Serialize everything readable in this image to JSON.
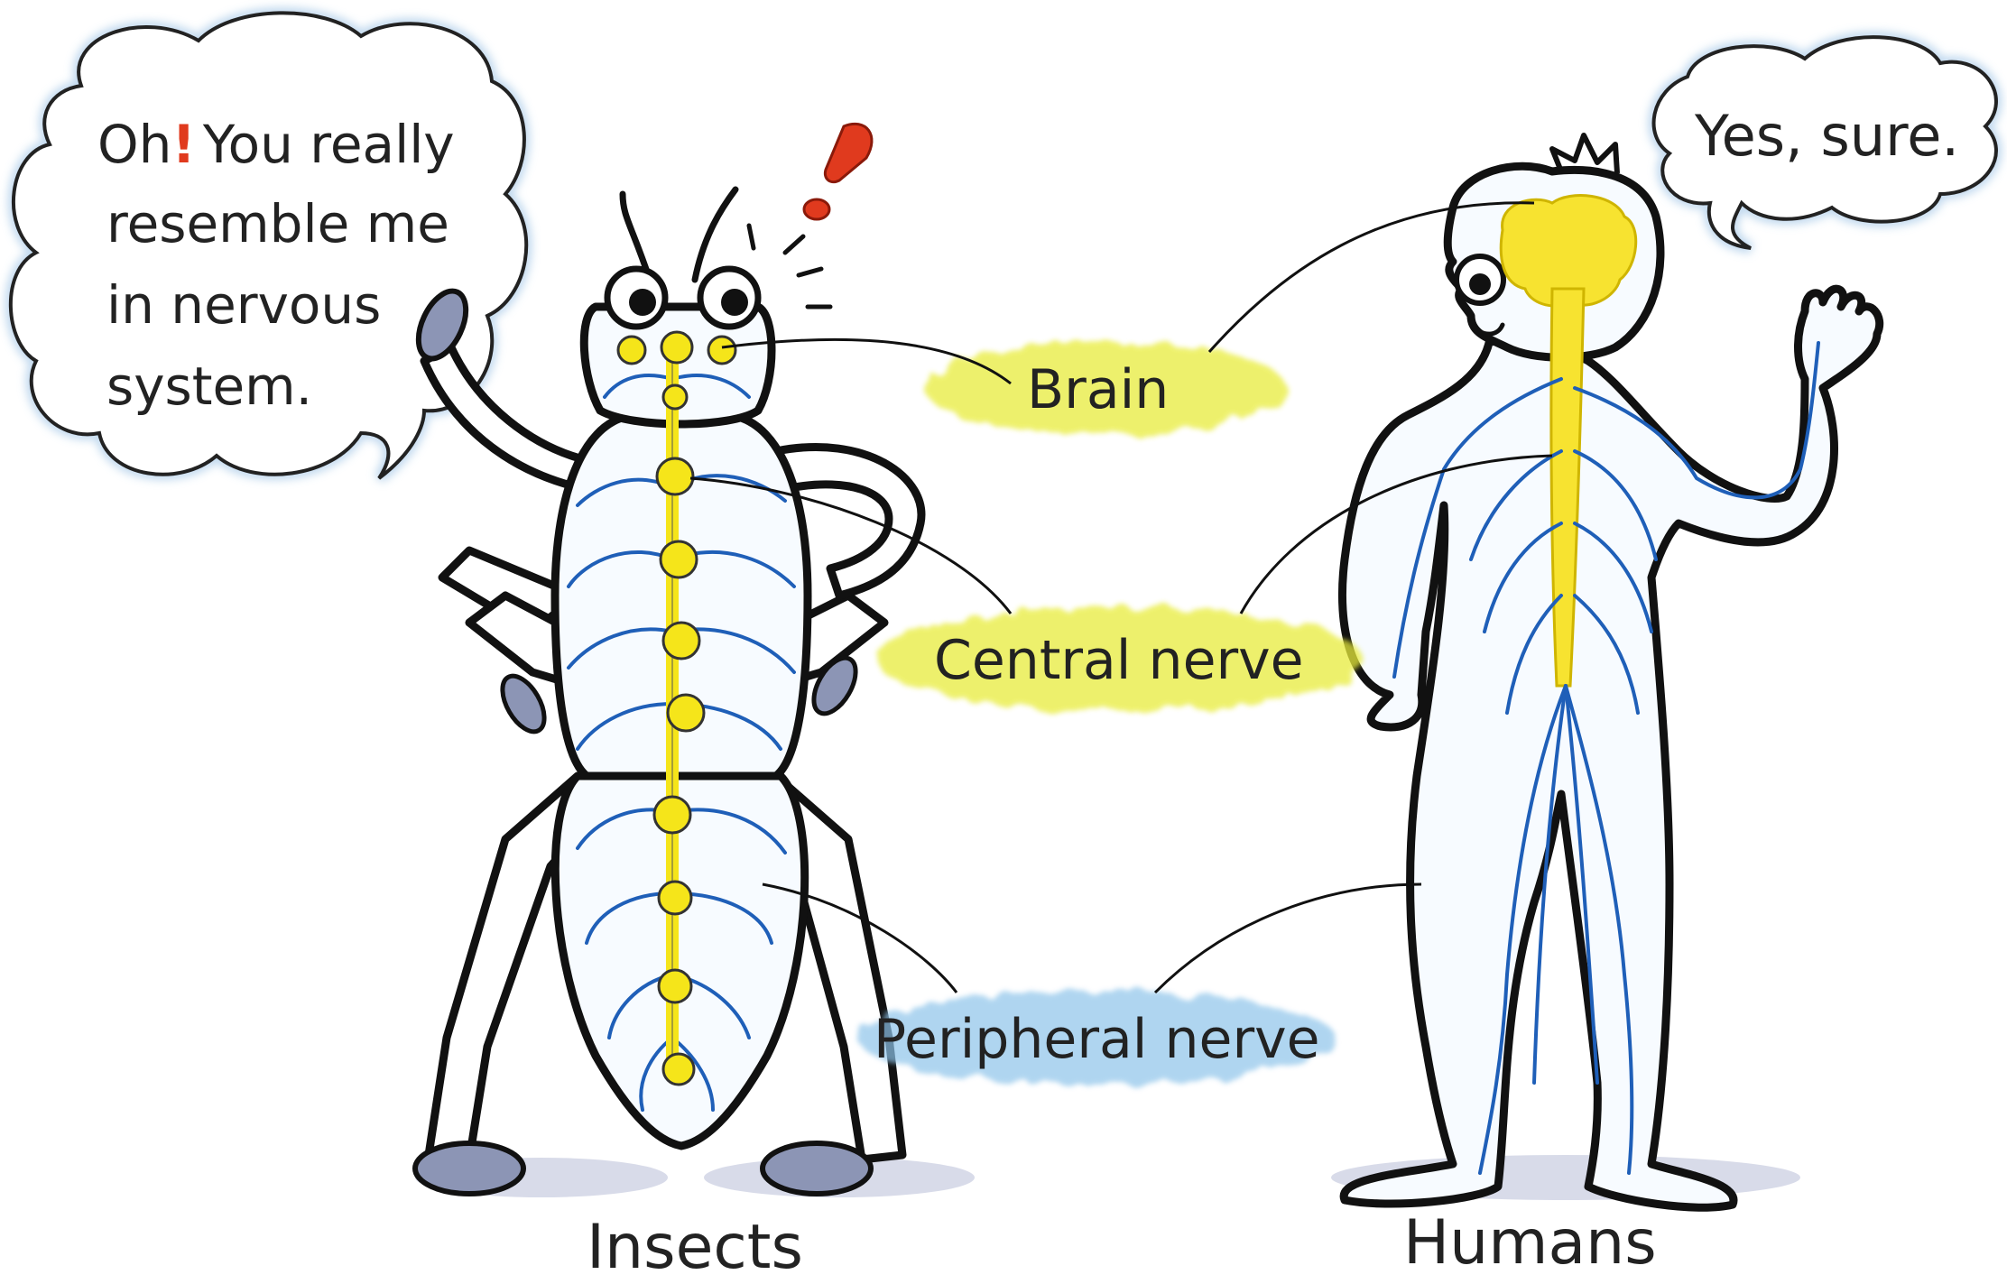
{
  "speech": {
    "insect": [
      "Oh",
      "You really",
      "resemble me",
      "in nervous",
      "system."
    ],
    "human": "Yes, sure."
  },
  "labels": {
    "brain": "Brain",
    "central": "Central nerve",
    "peripheral": "Peripheral nerve"
  },
  "captions": {
    "insects": "Insects",
    "humans": "Humans"
  },
  "colors": {
    "brain_highlight": "#e8ec3a",
    "central_highlight": "#e8ec3a",
    "peripheral_highlight": "#8ec4ea",
    "nerve_blue": "#1f5fb8",
    "ganglion_yellow": "#f5e51a",
    "exclaim_red": "#e03a1e"
  }
}
